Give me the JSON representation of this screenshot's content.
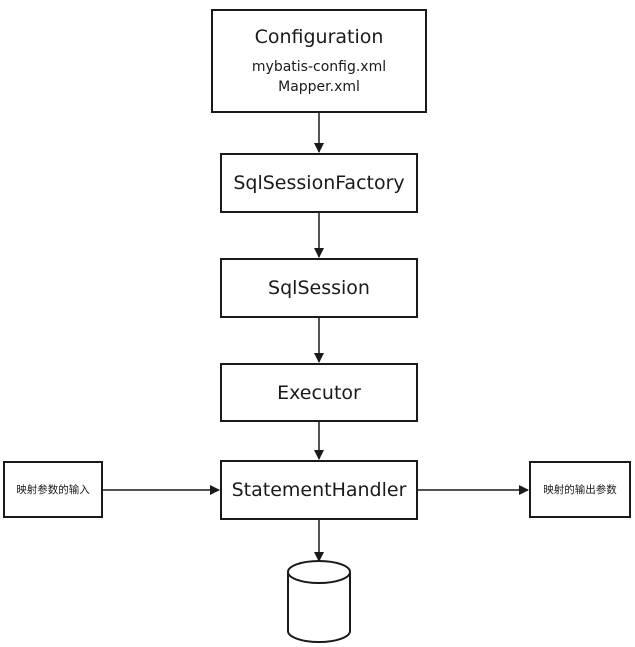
{
  "diagram": {
    "nodes": {
      "configuration": {
        "title": "Configuration",
        "lines": [
          "mybatis-config.xml",
          "Mapper.xml"
        ]
      },
      "factory": {
        "title": "SqlSessionFactory"
      },
      "session": {
        "title": "SqlSession"
      },
      "executor": {
        "title": "Executor"
      },
      "handler": {
        "title": "StatementHandler"
      },
      "input": {
        "title": "映射参数的输入"
      },
      "output": {
        "title": "映射的输出参数"
      },
      "database": {
        "shape": "database-cylinder-icon"
      }
    },
    "edges": [
      [
        "configuration",
        "factory"
      ],
      [
        "factory",
        "session"
      ],
      [
        "session",
        "executor"
      ],
      [
        "executor",
        "handler"
      ],
      [
        "input",
        "handler"
      ],
      [
        "handler",
        "output"
      ],
      [
        "handler",
        "database"
      ]
    ],
    "colors": {
      "stroke": "#1a1a1a",
      "fill": "#ffffff",
      "background": "#ffffff"
    }
  }
}
